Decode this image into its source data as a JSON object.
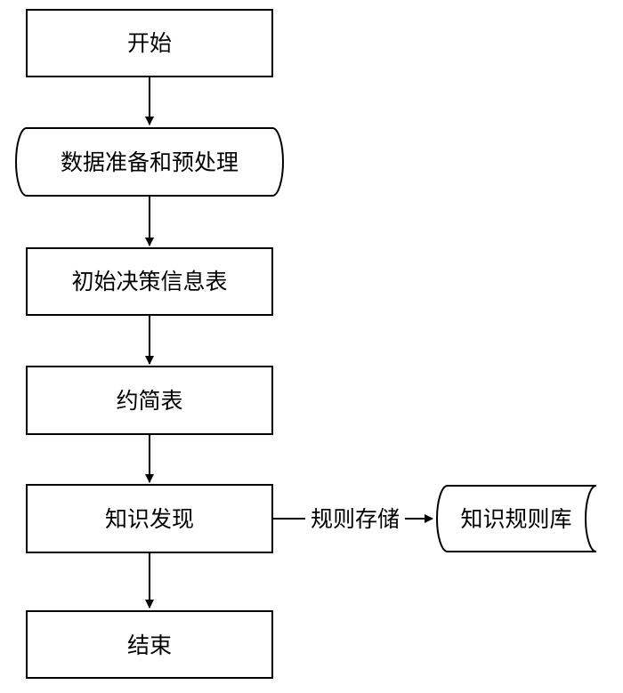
{
  "flowchart": {
    "steps": {
      "start": "开始",
      "data_prep": "数据准备和预处理",
      "initial_table": "初始决策信息表",
      "reduced_table": "约简表",
      "discovery": "知识发现",
      "end": "结束"
    },
    "side_store": {
      "edge_label": "规则存储",
      "target": "知识规则库"
    }
  }
}
